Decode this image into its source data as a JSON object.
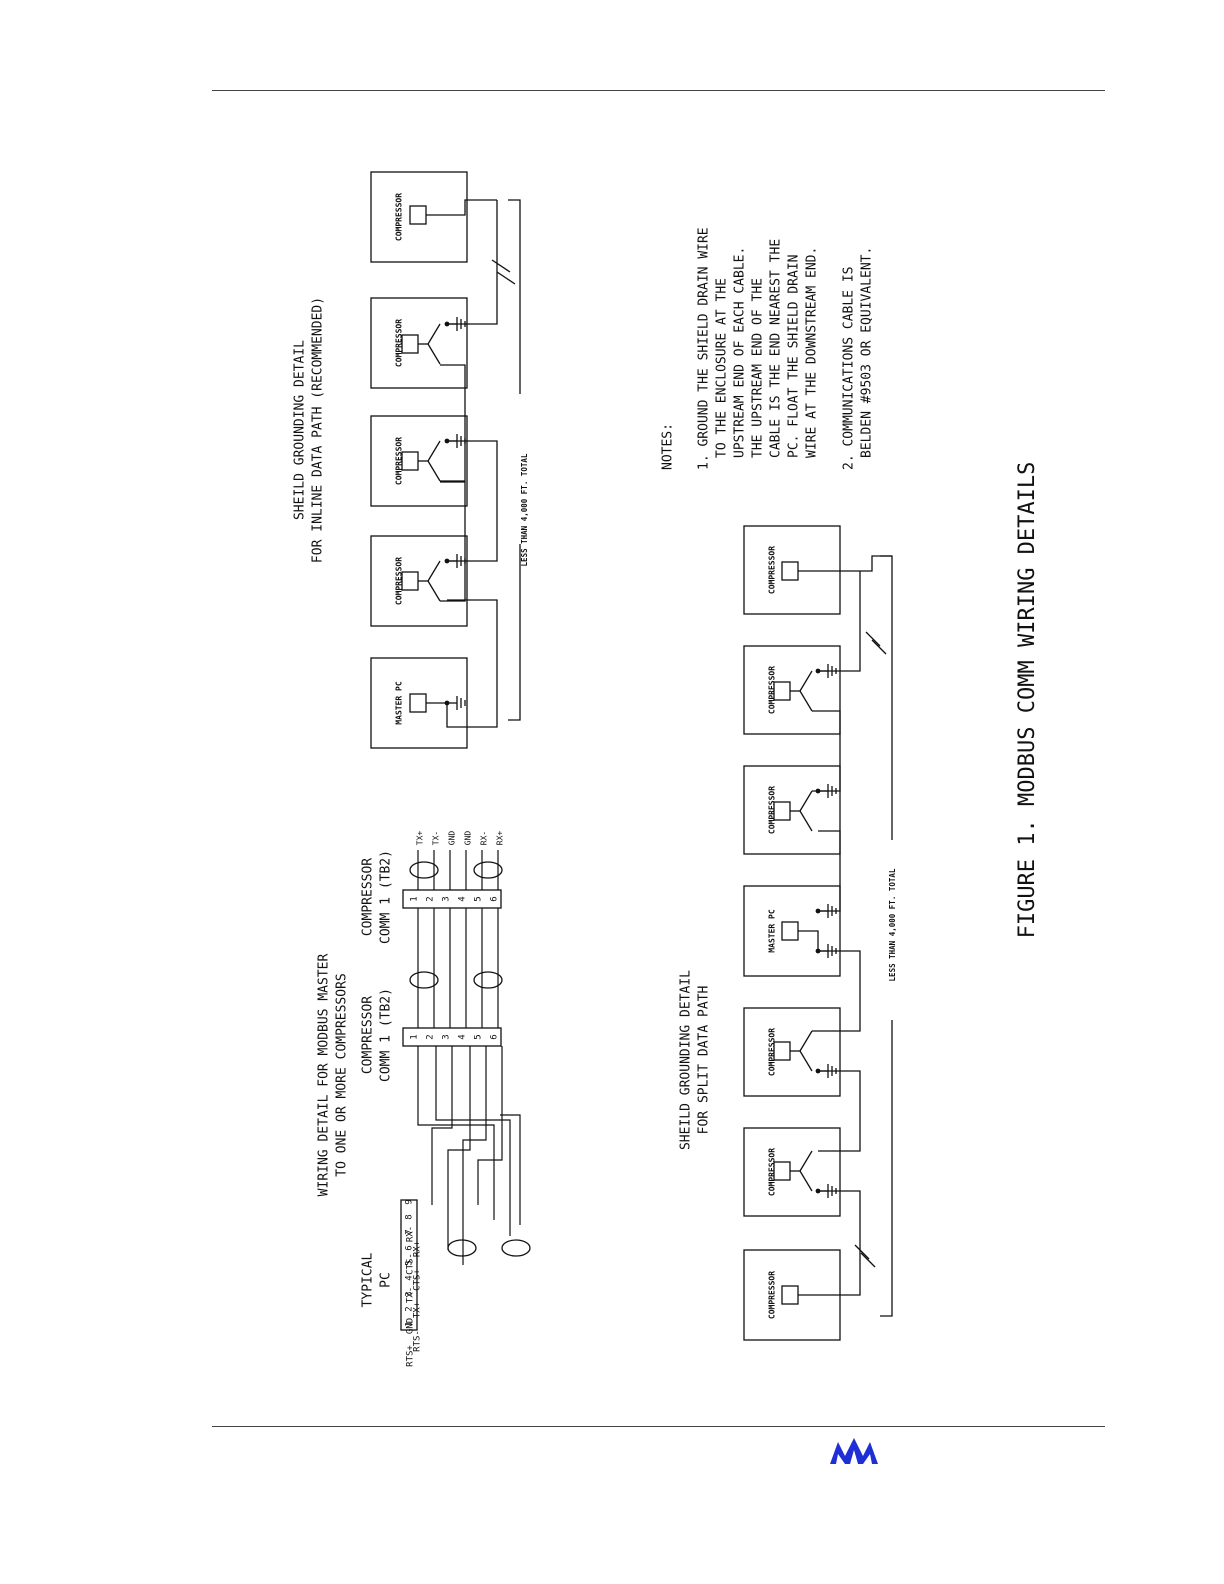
{
  "figure": {
    "caption": "FIGURE 1. MODBUS COMM WIRING DETAILS"
  },
  "wiring_detail": {
    "title_line1": "WIRING DETAIL FOR MODBUS MASTER",
    "title_line2": "TO ONE OR MORE COMPRESSORS",
    "pc_label_line1": "TYPICAL",
    "pc_label_line2": "PC",
    "pc_pin_labels": [
      "RTS+",
      "RTS-",
      "GND",
      "TX+",
      "TX-",
      "CTS+",
      "CTS-",
      "RX+",
      "RX-"
    ],
    "pc_pin_numbers": [
      "1",
      "2",
      "3",
      "4",
      "5",
      "6",
      "7",
      "8",
      "9"
    ],
    "compressor_a_line1": "COMPRESSOR",
    "compressor_a_line2": "COMM 1 (TB2)",
    "compressor_b_line1": "COMPRESSOR",
    "compressor_b_line2": "COMM 1 (TB2)",
    "terminal_numbers": [
      "1",
      "2",
      "3",
      "4",
      "5",
      "6"
    ],
    "terminal_labels": [
      "TX+",
      "TX-",
      "GND",
      "GND",
      "RX-",
      "RX+"
    ]
  },
  "inline_detail": {
    "title_line1": "SHEILD GROUNDING DETAIL",
    "title_line2": "FOR INLINE DATA PATH (RECOMMENDED)",
    "master_label": "MASTER PC",
    "compressor_label": "COMPRESSOR",
    "distance_label": "LESS THAN 4,000 FT. TOTAL"
  },
  "split_detail": {
    "title_line1": "SHEILD GROUNDING DETAIL",
    "title_line2": "FOR SPLIT DATA PATH",
    "master_label": "MASTER PC",
    "compressor_label": "COMPRESSOR",
    "distance_label": "LESS THAN 4,000 FT. TOTAL"
  },
  "notes": {
    "heading": "NOTES:",
    "note1": [
      "1. GROUND THE SHIELD DRAIN WIRE",
      "TO THE ENCLOSURE AT THE",
      "UPSTREAM END OF EACH CABLE.",
      "THE UPSTREAM END OF THE",
      "CABLE IS THE END NEAREST THE",
      "PC.  FLOAT THE SHIELD DRAIN",
      "WIRE AT THE DOWNSTREAM END."
    ],
    "note2": [
      "2. COMMUNICATIONS CABLE IS",
      "BELDEN #9503 OR EQUIVALENT."
    ]
  },
  "colors": {
    "line": "#111111",
    "logo": "#1e2fd6"
  }
}
